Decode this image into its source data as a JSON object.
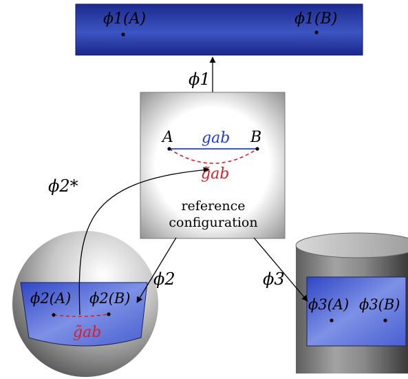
{
  "deformed_plane": {
    "point_a_label": "ϕ1(A)",
    "point_b_label": "ϕ1(B)"
  },
  "maps": {
    "phi1": "ϕ1",
    "phi2": "ϕ2",
    "phi3": "ϕ3",
    "phi2_pullback": "ϕ2*"
  },
  "reference": {
    "point_a": "A",
    "point_b": "B",
    "metric": "gab",
    "pulled_metric": "g̃ab",
    "caption_line1": "reference",
    "caption_line2": "configuration"
  },
  "sphere": {
    "point_a_label": "ϕ2(A)",
    "point_b_label": "ϕ2(B)",
    "metric": "g̃ab"
  },
  "cylinder": {
    "point_a_label": "ϕ3(A)",
    "point_b_label": "ϕ3(B)"
  },
  "colors": {
    "patch_blue": "#4a5fd0",
    "patch_dark": "#202a8c",
    "metric_blue": "#1f3fd6",
    "metric_red": "#d8202a"
  }
}
